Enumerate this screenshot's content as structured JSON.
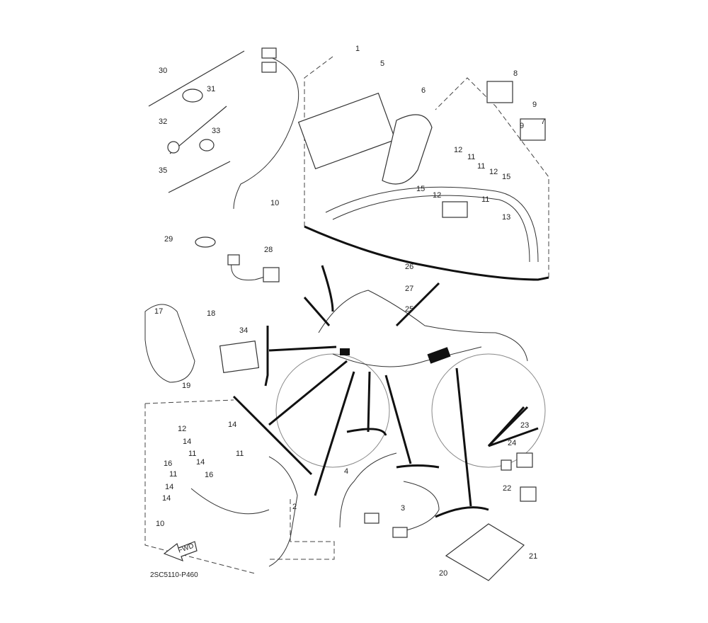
{
  "diagram": {
    "title_code": "2SC5110-P460",
    "fwd_label": "FWD",
    "callouts": [
      "1",
      "5",
      "8",
      "6",
      "9",
      "7",
      "9",
      "12",
      "11",
      "11",
      "12",
      "15",
      "15",
      "12",
      "11",
      "13",
      "30",
      "31",
      "32",
      "33",
      "35",
      "10",
      "29",
      "28",
      "26",
      "27",
      "25",
      "17",
      "18",
      "34",
      "19",
      "23",
      "24",
      "12",
      "14",
      "14",
      "11",
      "14",
      "11",
      "16",
      "11",
      "16",
      "14",
      "14",
      "4",
      "22",
      "2",
      "3",
      "10",
      "21",
      "20"
    ]
  }
}
